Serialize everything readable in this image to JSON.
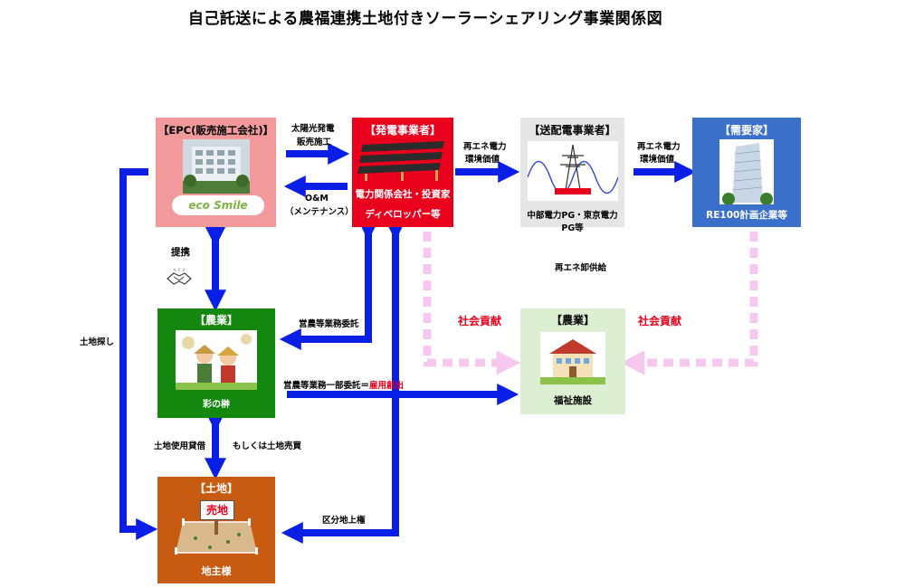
{
  "title": "自己託送による農福連携土地付きソーラーシェアリング事業関係図",
  "colors": {
    "arrow_blue": "#0a1fe6",
    "pink_dash": "#f6c8f0",
    "epc_bg": "#f2999b",
    "gen_bg": "#e8001c",
    "trans_bg": "#e6e6e6",
    "consumer_bg": "#3a6fca",
    "farm_bg": "#14870e",
    "welfare_bg": "#dcefd2",
    "land_bg": "#c75b12",
    "text_red": "#e8001c"
  },
  "boxes": {
    "epc": {
      "header": "【EPC(販売施工会社)】",
      "logo": "eco Smile"
    },
    "generator": {
      "header": "【発電事業者】",
      "line1": "電力関係会社・投資家",
      "line2": "ディベロッパー等"
    },
    "transmission": {
      "header": "【送配電事業者】",
      "footer": "中部電力PG・東京電力PG等"
    },
    "consumer": {
      "header": "【需要家】",
      "footer": "RE100計画企業等"
    },
    "farm": {
      "header": "【農業】",
      "logo": "彩の榊"
    },
    "welfare": {
      "header": "【農業】",
      "footer": "福祉施設"
    },
    "land": {
      "header": "【土地】",
      "sign": "売地",
      "footer": "地主様"
    }
  },
  "labels": {
    "solar_sales_1": "太陽光発電",
    "solar_sales_2": "販売施工",
    "om_1": "O&M",
    "om_2": "（メンテナンス）",
    "re_value_1a": "再エネ電力",
    "re_value_1b": "環境価値",
    "re_value_2a": "再エネ電力",
    "re_value_2b": "環境価値",
    "re_wholesale": "再エネ卸供給",
    "partnership": "提携",
    "farm_outsource": "営農等業務委託",
    "partial_outsource": "営農等業務一部委託＝",
    "job_creation": "雇用創出",
    "land_search": "土地探し",
    "land_lease": "土地使用貸借",
    "land_sale": "もしくは土地売買",
    "surface_rights": "区分地上権",
    "social_left": "社会貢献",
    "social_right": "社会貢献"
  }
}
